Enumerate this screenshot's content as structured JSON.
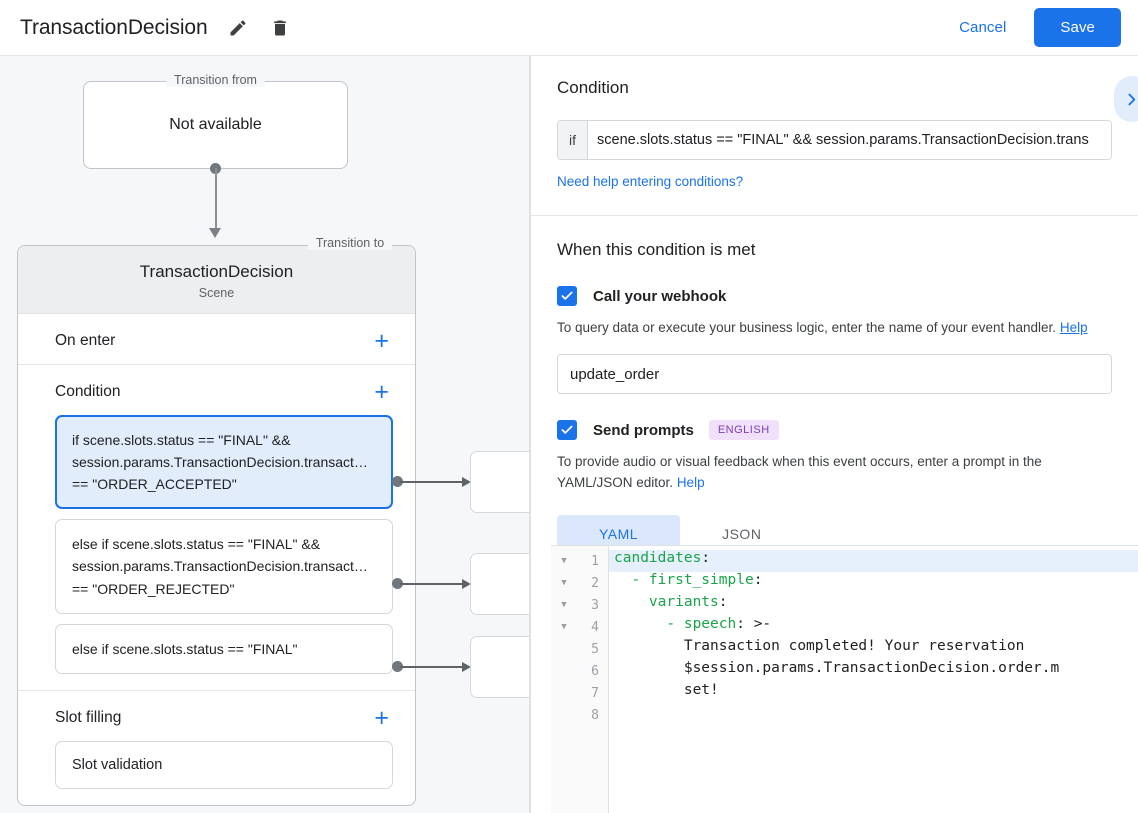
{
  "topbar": {
    "title": "TransactionDecision",
    "edit_icon": "pencil-icon",
    "delete_icon": "trash-icon",
    "cancel_label": "Cancel",
    "save_label": "Save",
    "accent_color": "#1a73e8"
  },
  "canvas": {
    "transition_from": {
      "legend": "Transition from",
      "value": "Not available"
    },
    "transition_to": {
      "legend": "Transition to",
      "name": "TransactionDecision",
      "type": "Scene"
    },
    "sections": [
      {
        "title": "On enter",
        "add_label": "+"
      },
      {
        "title": "Condition",
        "add_label": "+"
      },
      {
        "title": "Slot filling",
        "add_label": "+"
      }
    ],
    "conditions": [
      {
        "text": "if scene.slots.status == \"FINAL\" && session.params.TransactionDecision.transact… == \"ORDER_ACCEPTED\"",
        "selected": true
      },
      {
        "text": "else if scene.slots.status == \"FINAL\" && session.params.TransactionDecision.transact… == \"ORDER_REJECTED\"",
        "selected": false
      },
      {
        "text": "else if scene.slots.status == \"FINAL\"",
        "selected": false
      }
    ],
    "slot_filling": [
      {
        "text": "Slot validation"
      }
    ]
  },
  "panel": {
    "condition_section": {
      "heading": "Condition",
      "if_label": "if",
      "expression": "scene.slots.status == \"FINAL\" && session.params.TransactionDecision.trans",
      "help_link": "Need help entering conditions?",
      "collapse_icon": "chevron-right-icon"
    },
    "met_section": {
      "heading": "When this condition is met",
      "webhook": {
        "checked": true,
        "label": "Call your webhook",
        "description": "To query data or execute your business logic, enter the name of your event handler.",
        "help_label": "Help",
        "value": "update_order",
        "placeholder": ""
      },
      "prompts": {
        "checked": true,
        "label": "Send prompts",
        "badge": "ENGLISH",
        "badge_bg": "#f0e0fa",
        "badge_color": "#7b3fb5",
        "description": "To provide audio or visual feedback when this event occurs, enter a prompt in the YAML/JSON editor.",
        "help_label": "Help",
        "tabs": [
          {
            "label": "YAML",
            "active": true
          },
          {
            "label": "JSON",
            "active": false
          }
        ]
      }
    },
    "editor": {
      "active_line": 1,
      "lines": [
        {
          "n": 1,
          "fold": true,
          "indent": 0,
          "key": "candidates",
          "punct": ":",
          "text": ""
        },
        {
          "n": 2,
          "fold": true,
          "indent": 2,
          "key": "- first_simple",
          "punct": ":",
          "text": ""
        },
        {
          "n": 3,
          "fold": true,
          "indent": 4,
          "key": "variants",
          "punct": ":",
          "text": ""
        },
        {
          "n": 4,
          "fold": true,
          "indent": 6,
          "key": "- speech",
          "punct": ": >-",
          "text": ""
        },
        {
          "n": 5,
          "fold": false,
          "indent": 8,
          "key": "",
          "punct": "",
          "text": "Transaction completed! Your reservation"
        },
        {
          "n": 6,
          "fold": false,
          "indent": 8,
          "key": "",
          "punct": "",
          "text": "$session.params.TransactionDecision.order.m"
        },
        {
          "n": 7,
          "fold": false,
          "indent": 8,
          "key": "",
          "punct": "",
          "text": "set!"
        },
        {
          "n": 8,
          "fold": false,
          "indent": 0,
          "key": "",
          "punct": "",
          "text": ""
        }
      ]
    }
  }
}
